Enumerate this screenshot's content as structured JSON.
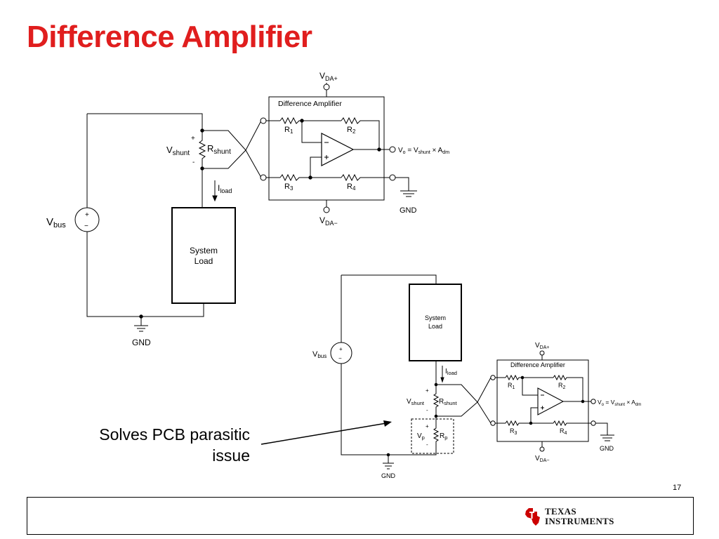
{
  "title": "Difference Amplifier",
  "caption": "Solves PCB parasitic issue",
  "page_number": "17",
  "logo": {
    "line1": "Texas",
    "line2": "Instruments"
  },
  "colors": {
    "title": "#e01e1e",
    "logo_red": "#cc0000"
  },
  "diagram1": {
    "vda_plus": "V",
    "vda_plus_sub": "DA+",
    "vda_minus": "V",
    "vda_minus_sub": "DA−",
    "box_label": "Difference Amplifier",
    "r1": "R",
    "r1_sub": "1",
    "r2": "R",
    "r2_sub": "2",
    "r3": "R",
    "r3_sub": "3",
    "r4": "R",
    "r4_sub": "4",
    "vo": "V",
    "vo_sub": "o",
    "vo_eq": " = V",
    "vo_eq_sub": "shunt",
    "vo_times": " × A",
    "vo_times_sub": "dm",
    "gnd_right": "GND",
    "vshunt": "V",
    "vshunt_sub": "shunt",
    "rshunt": "R",
    "rshunt_sub": "shunt",
    "iload": "I",
    "iload_sub": "load",
    "vbus": "V",
    "vbus_sub": "bus",
    "load_line1": "System",
    "load_line2": "Load",
    "gnd_bottom": "GND",
    "plus": "+",
    "minus": "-",
    "src_minus": "−"
  },
  "diagram2": {
    "vda_plus": "V",
    "vda_plus_sub": "DA+",
    "vda_minus": "V",
    "vda_minus_sub": "DA−",
    "box_label": "Difference Amplifier",
    "r1": "R",
    "r1_sub": "1",
    "r2": "R",
    "r2_sub": "2",
    "r3": "R",
    "r3_sub": "3",
    "r4": "R",
    "r4_sub": "4",
    "vo": "V",
    "vo_sub": "o",
    "vo_eq": " = V",
    "vo_eq_sub": "shunt",
    "vo_times": " × A",
    "vo_times_sub": "dm",
    "gnd_right": "GND",
    "vshunt": "V",
    "vshunt_sub": "shunt",
    "rshunt": "R",
    "rshunt_sub": "shunt",
    "vp": "V",
    "vp_sub": "p",
    "rp": "R",
    "rp_sub": "p",
    "iload": "I",
    "iload_sub": "load",
    "vbus": "V",
    "vbus_sub": "bus",
    "load_line1": "System",
    "load_line2": "Load",
    "gnd_bottom": "GND",
    "plus": "+",
    "minus": "-",
    "src_minus": "−"
  }
}
